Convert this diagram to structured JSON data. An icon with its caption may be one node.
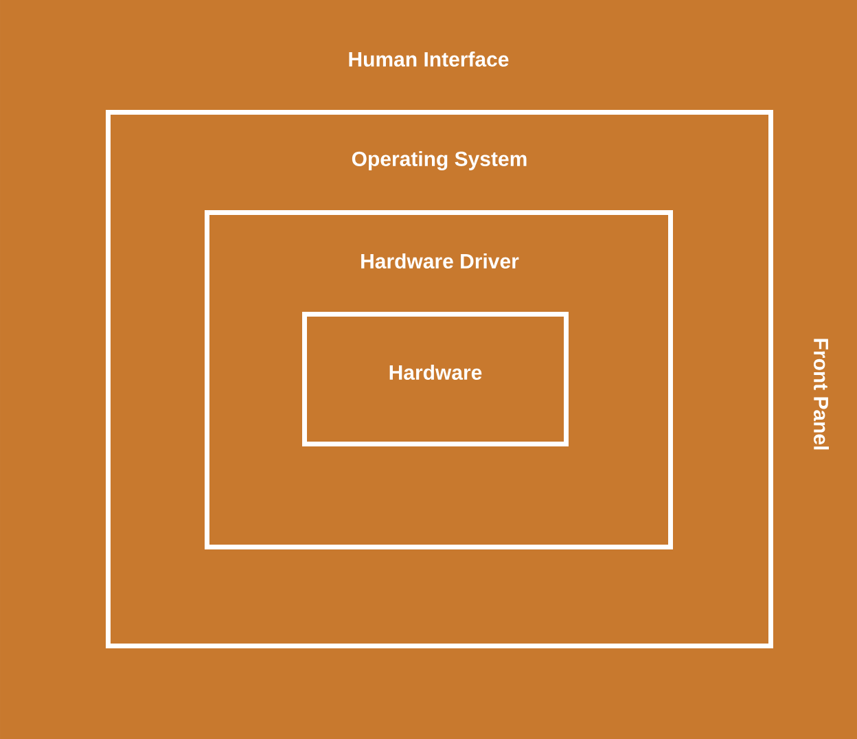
{
  "diagram": {
    "nodes": [
      {
        "text": [
          "Human Interface"
        ]
      },
      {
        "text": [
          "Operating System"
        ],
        "in": 0
      },
      {
        "text": [
          "Hardware Driver"
        ],
        "in": 1
      },
      {
        "text": [
          "Hardware"
        ],
        "in": 2
      }
    ],
    "labels": [
      "Front Panel"
    ]
  }
}
